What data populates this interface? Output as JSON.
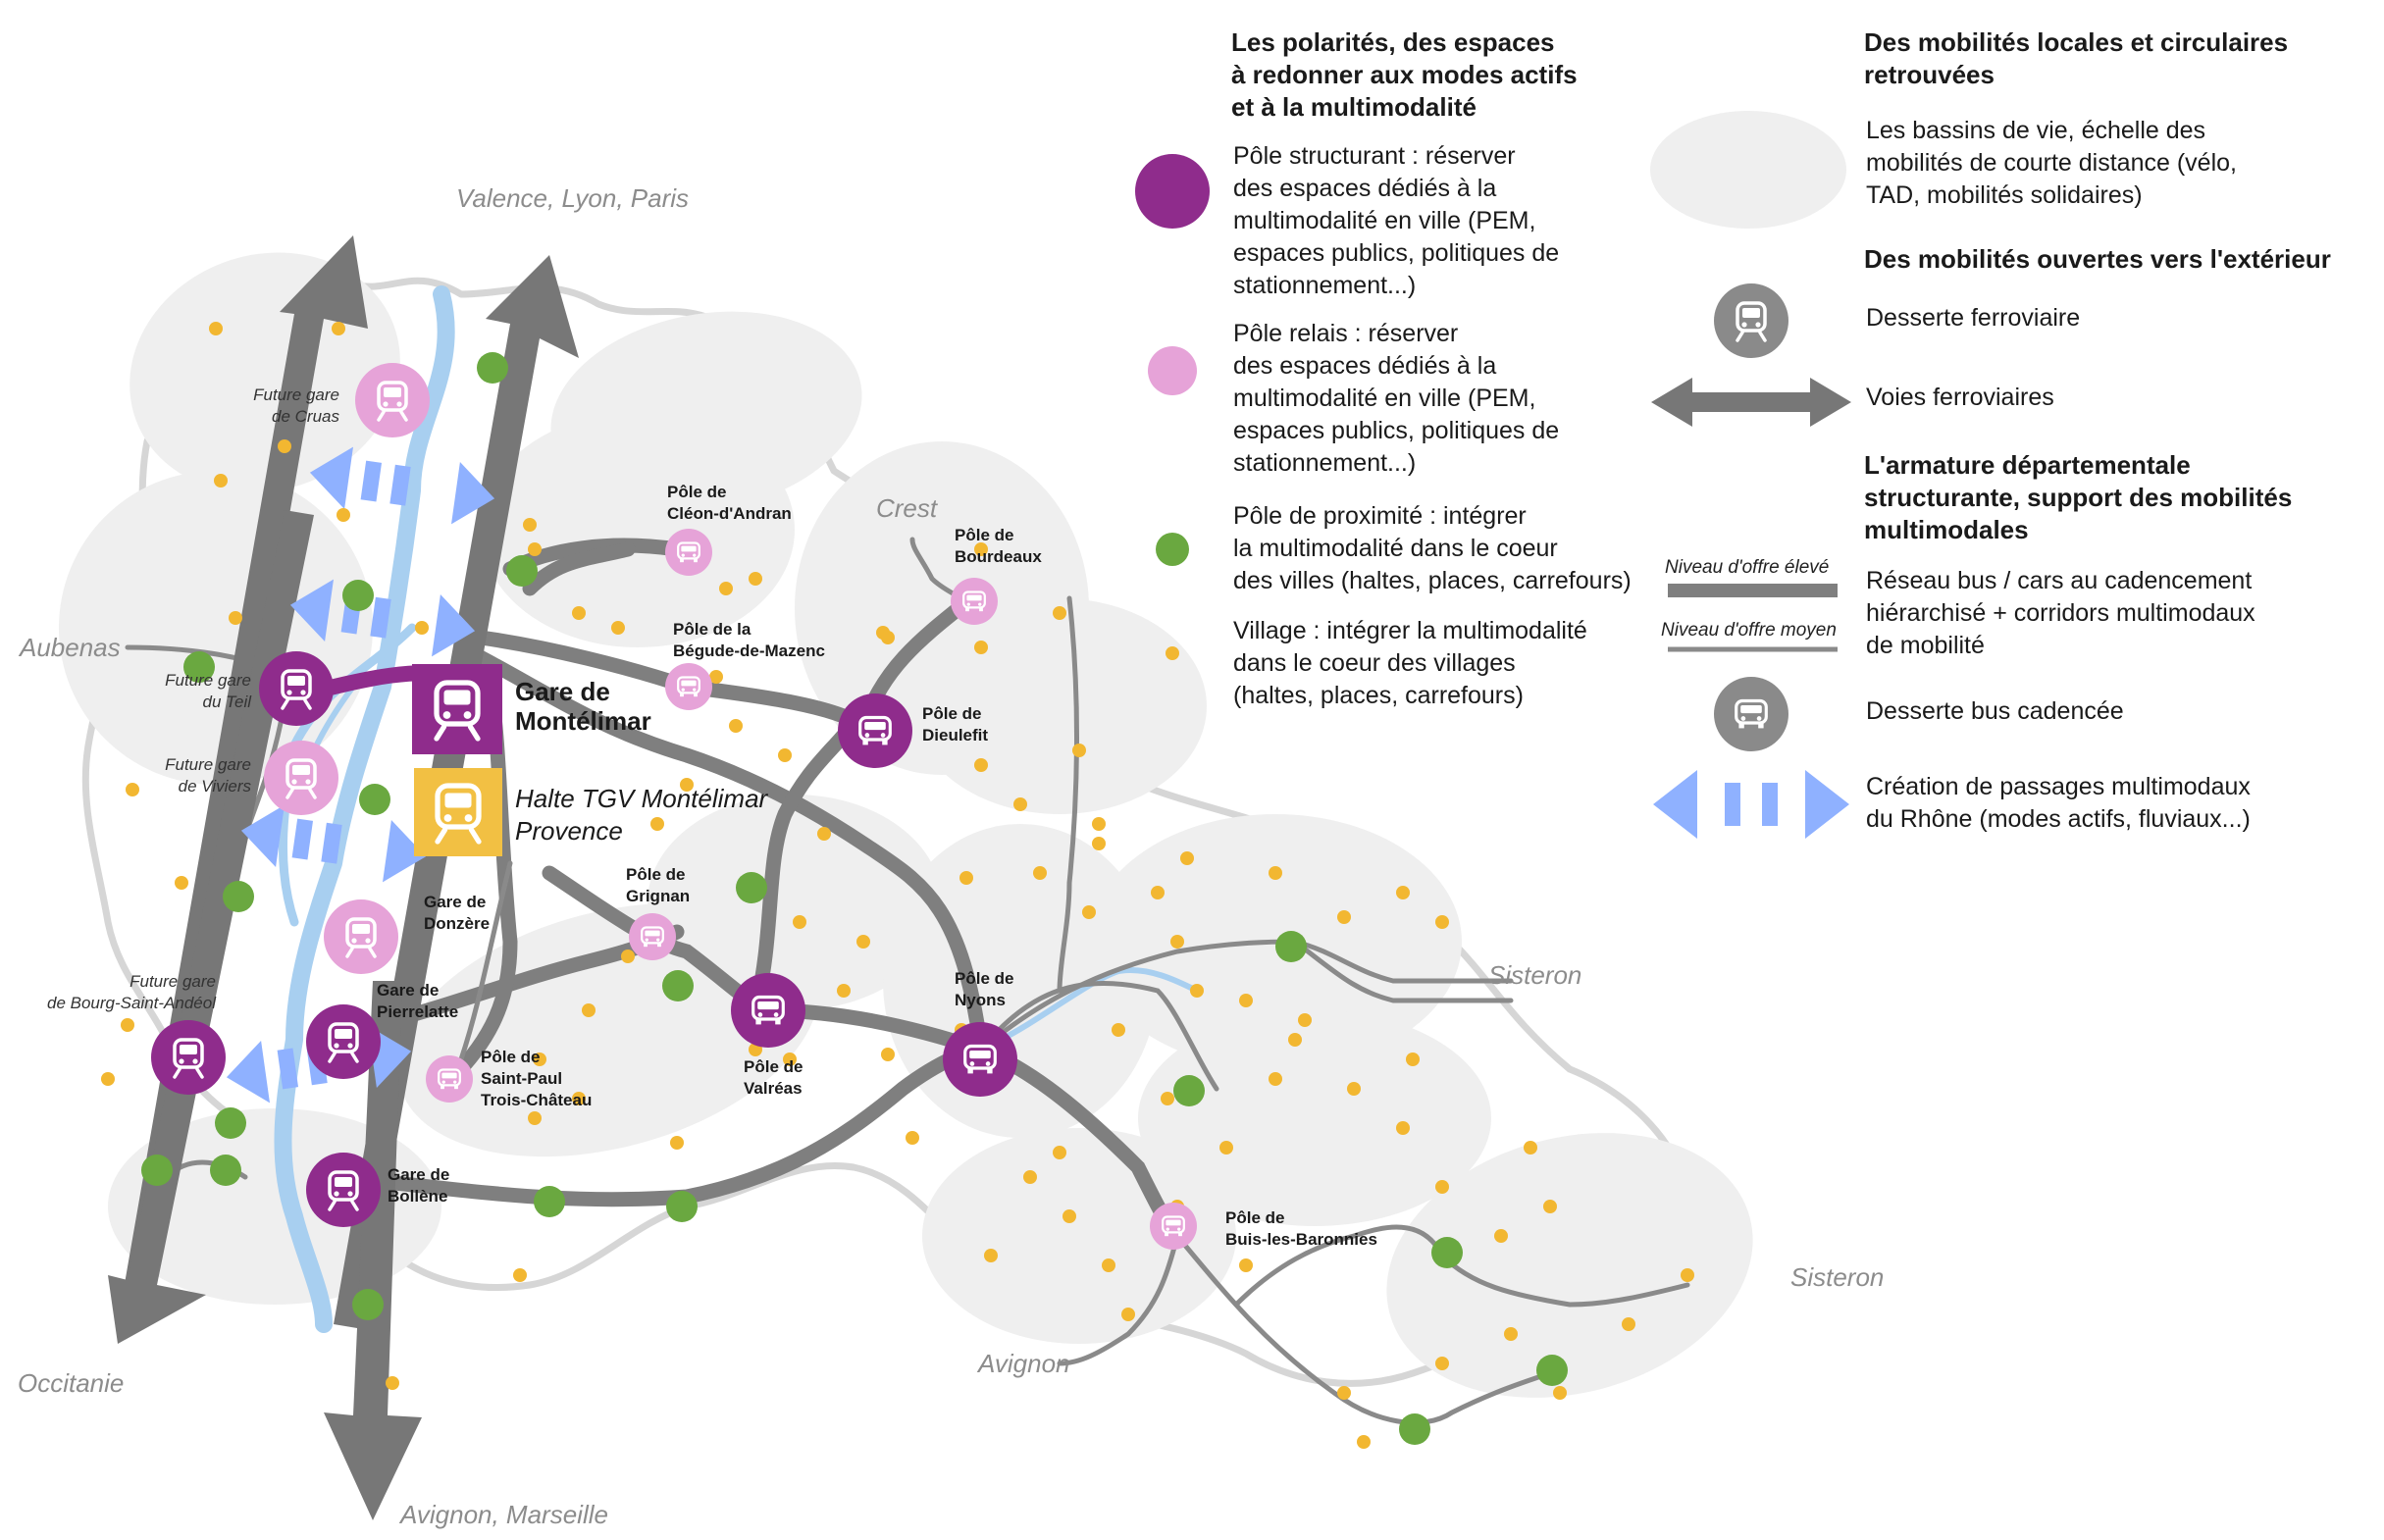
{
  "colors": {
    "structurant": "#8f2c8c",
    "relais": "#e6a3d8",
    "proximite": "#6aa840",
    "village": "#f2b731",
    "rail": "#777777",
    "bus_road": "#888888",
    "passage": "#8fb1ff",
    "bassin": "#efefef",
    "tgv": "#f2c043",
    "river": "#a8cff0"
  },
  "map": {
    "destinations": {
      "valence": "Valence, Lyon, Paris",
      "aubenas": "Aubenas",
      "occitanie": "Occitanie",
      "avignon_marseille": "Avignon, Marseille",
      "crest": "Crest",
      "sisteron_1": "Sisteron",
      "sisteron_2": "Sisteron",
      "avignon": "Avignon"
    },
    "future_stations": {
      "cruas_1": "Future gare",
      "cruas_2": "de Cruas",
      "teil_1": "Future gare",
      "teil_2": "du Teil",
      "viviers_1": "Future gare",
      "viviers_2": "de Viviers",
      "bsa_1": "Future gare",
      "bsa_2": "de Bourg-Saint-Andéol"
    },
    "poles": {
      "cleon_1": "Pôle de",
      "cleon_2": "Cléon-d'Andran",
      "begude_1": "Pôle de la",
      "begude_2": "Bégude-de-Mazenc",
      "bourdeaux_1": "Pôle de",
      "bourdeaux_2": "Bourdeaux",
      "dieulefit_1": "Pôle de",
      "dieulefit_2": "Dieulefit",
      "grignan_1": "Pôle de",
      "grignan_2": "Grignan",
      "valreas_1": "Pôle de",
      "valreas_2": "Valréas",
      "nyons_1": "Pôle de",
      "nyons_2": "Nyons",
      "saintpaul_1": "Pôle de",
      "saintpaul_2": "Saint-Paul",
      "saintpaul_3": "Trois-Château",
      "buis_1": "Pôle de",
      "buis_2": "Buis-les-Baronnies"
    },
    "stations": {
      "donzere_1": "Gare de",
      "donzere_2": "Donzère",
      "pierrelatte_1": "Gare de",
      "pierrelatte_2": "Pierrelatte",
      "bollene_1": "Gare de",
      "bollene_2": "Bollène",
      "montelimar_1": "Gare de",
      "montelimar_2": "Montélimar",
      "tgv_1": "Halte TGV Montélimar",
      "tgv_2": "Provence"
    }
  },
  "legend": {
    "col1": {
      "title": [
        "Les polarités, des espaces",
        "à redonner aux modes actifs",
        "et à la multimodalité"
      ],
      "structurant": [
        "Pôle structurant : réserver",
        "des espaces dédiés à la",
        "multimodalité en ville (PEM,",
        "espaces publics, politiques de",
        "stationnement...)"
      ],
      "relais": [
        "Pôle relais : réserver",
        "des espaces dédiés à la",
        "multimodalité en ville (PEM,",
        "espaces publics, politiques de",
        "stationnement...)"
      ],
      "proximite": [
        "Pôle de proximité : intégrer",
        "la multimodalité dans le coeur",
        "des villes (haltes, places, carrefours)"
      ],
      "village": [
        "Village : intégrer la multimodalité",
        "dans le coeur des villages",
        "(haltes, places, carrefours)"
      ]
    },
    "col2": {
      "title1": [
        "Des mobilités locales et circulaires",
        "retrouvées"
      ],
      "bassins": [
        "Les bassins de vie, échelle des",
        "mobilités de courte distance (vélo,",
        "TAD, mobilités solidaires)"
      ],
      "title2": "Des mobilités ouvertes vers l'extérieur",
      "ferro": "Desserte ferroviaire",
      "voies": "Voies ferroviaires",
      "title3": [
        "L'armature départementale",
        "structurante, support des mobilités",
        "multimodales"
      ],
      "niveau_eleve": "Niveau d'offre élevé",
      "niveau_moyen": "Niveau d'offre moyen",
      "reseau": [
        "Réseau bus / cars au cadencement",
        "hiérarchisé + corridors multimodaux",
        "de mobilité"
      ],
      "bus": "Desserte bus cadencée",
      "passages": [
        "Création de passages multimodaux",
        "du Rhône (modes actifs, fluviaux...)"
      ]
    }
  }
}
